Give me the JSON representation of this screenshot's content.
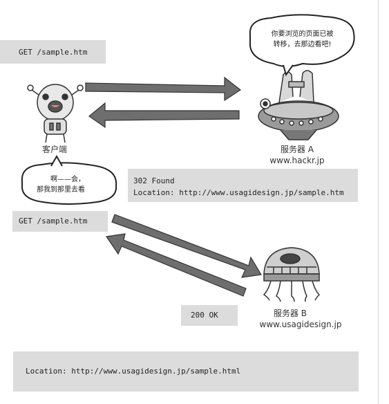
{
  "messages": {
    "request_1": "GET /sample.htm",
    "response_302_status": "302 Found",
    "response_302_location": "Location: http://www.usagidesign.jp/sample.htm",
    "request_2": "GET /sample.htm",
    "response_200": "200 OK",
    "final_location": "Location: http://www.usagidesign.jp/sample.html"
  },
  "client": {
    "label": "客户端"
  },
  "server_a": {
    "name": "服务器 A",
    "host": "www.hackr.jp"
  },
  "server_b": {
    "name": "服务器 B",
    "host": "www.usagidesign.jp"
  },
  "speech": {
    "server_a_line1": "你要浏览的页面已被",
    "server_a_line2": "转移，去那边看吧!",
    "client_line1": "啊——会，",
    "client_line2": "那我到那里去看"
  },
  "colors": {
    "arrow": "#6e6e6e",
    "box": "#dcdcdc"
  }
}
